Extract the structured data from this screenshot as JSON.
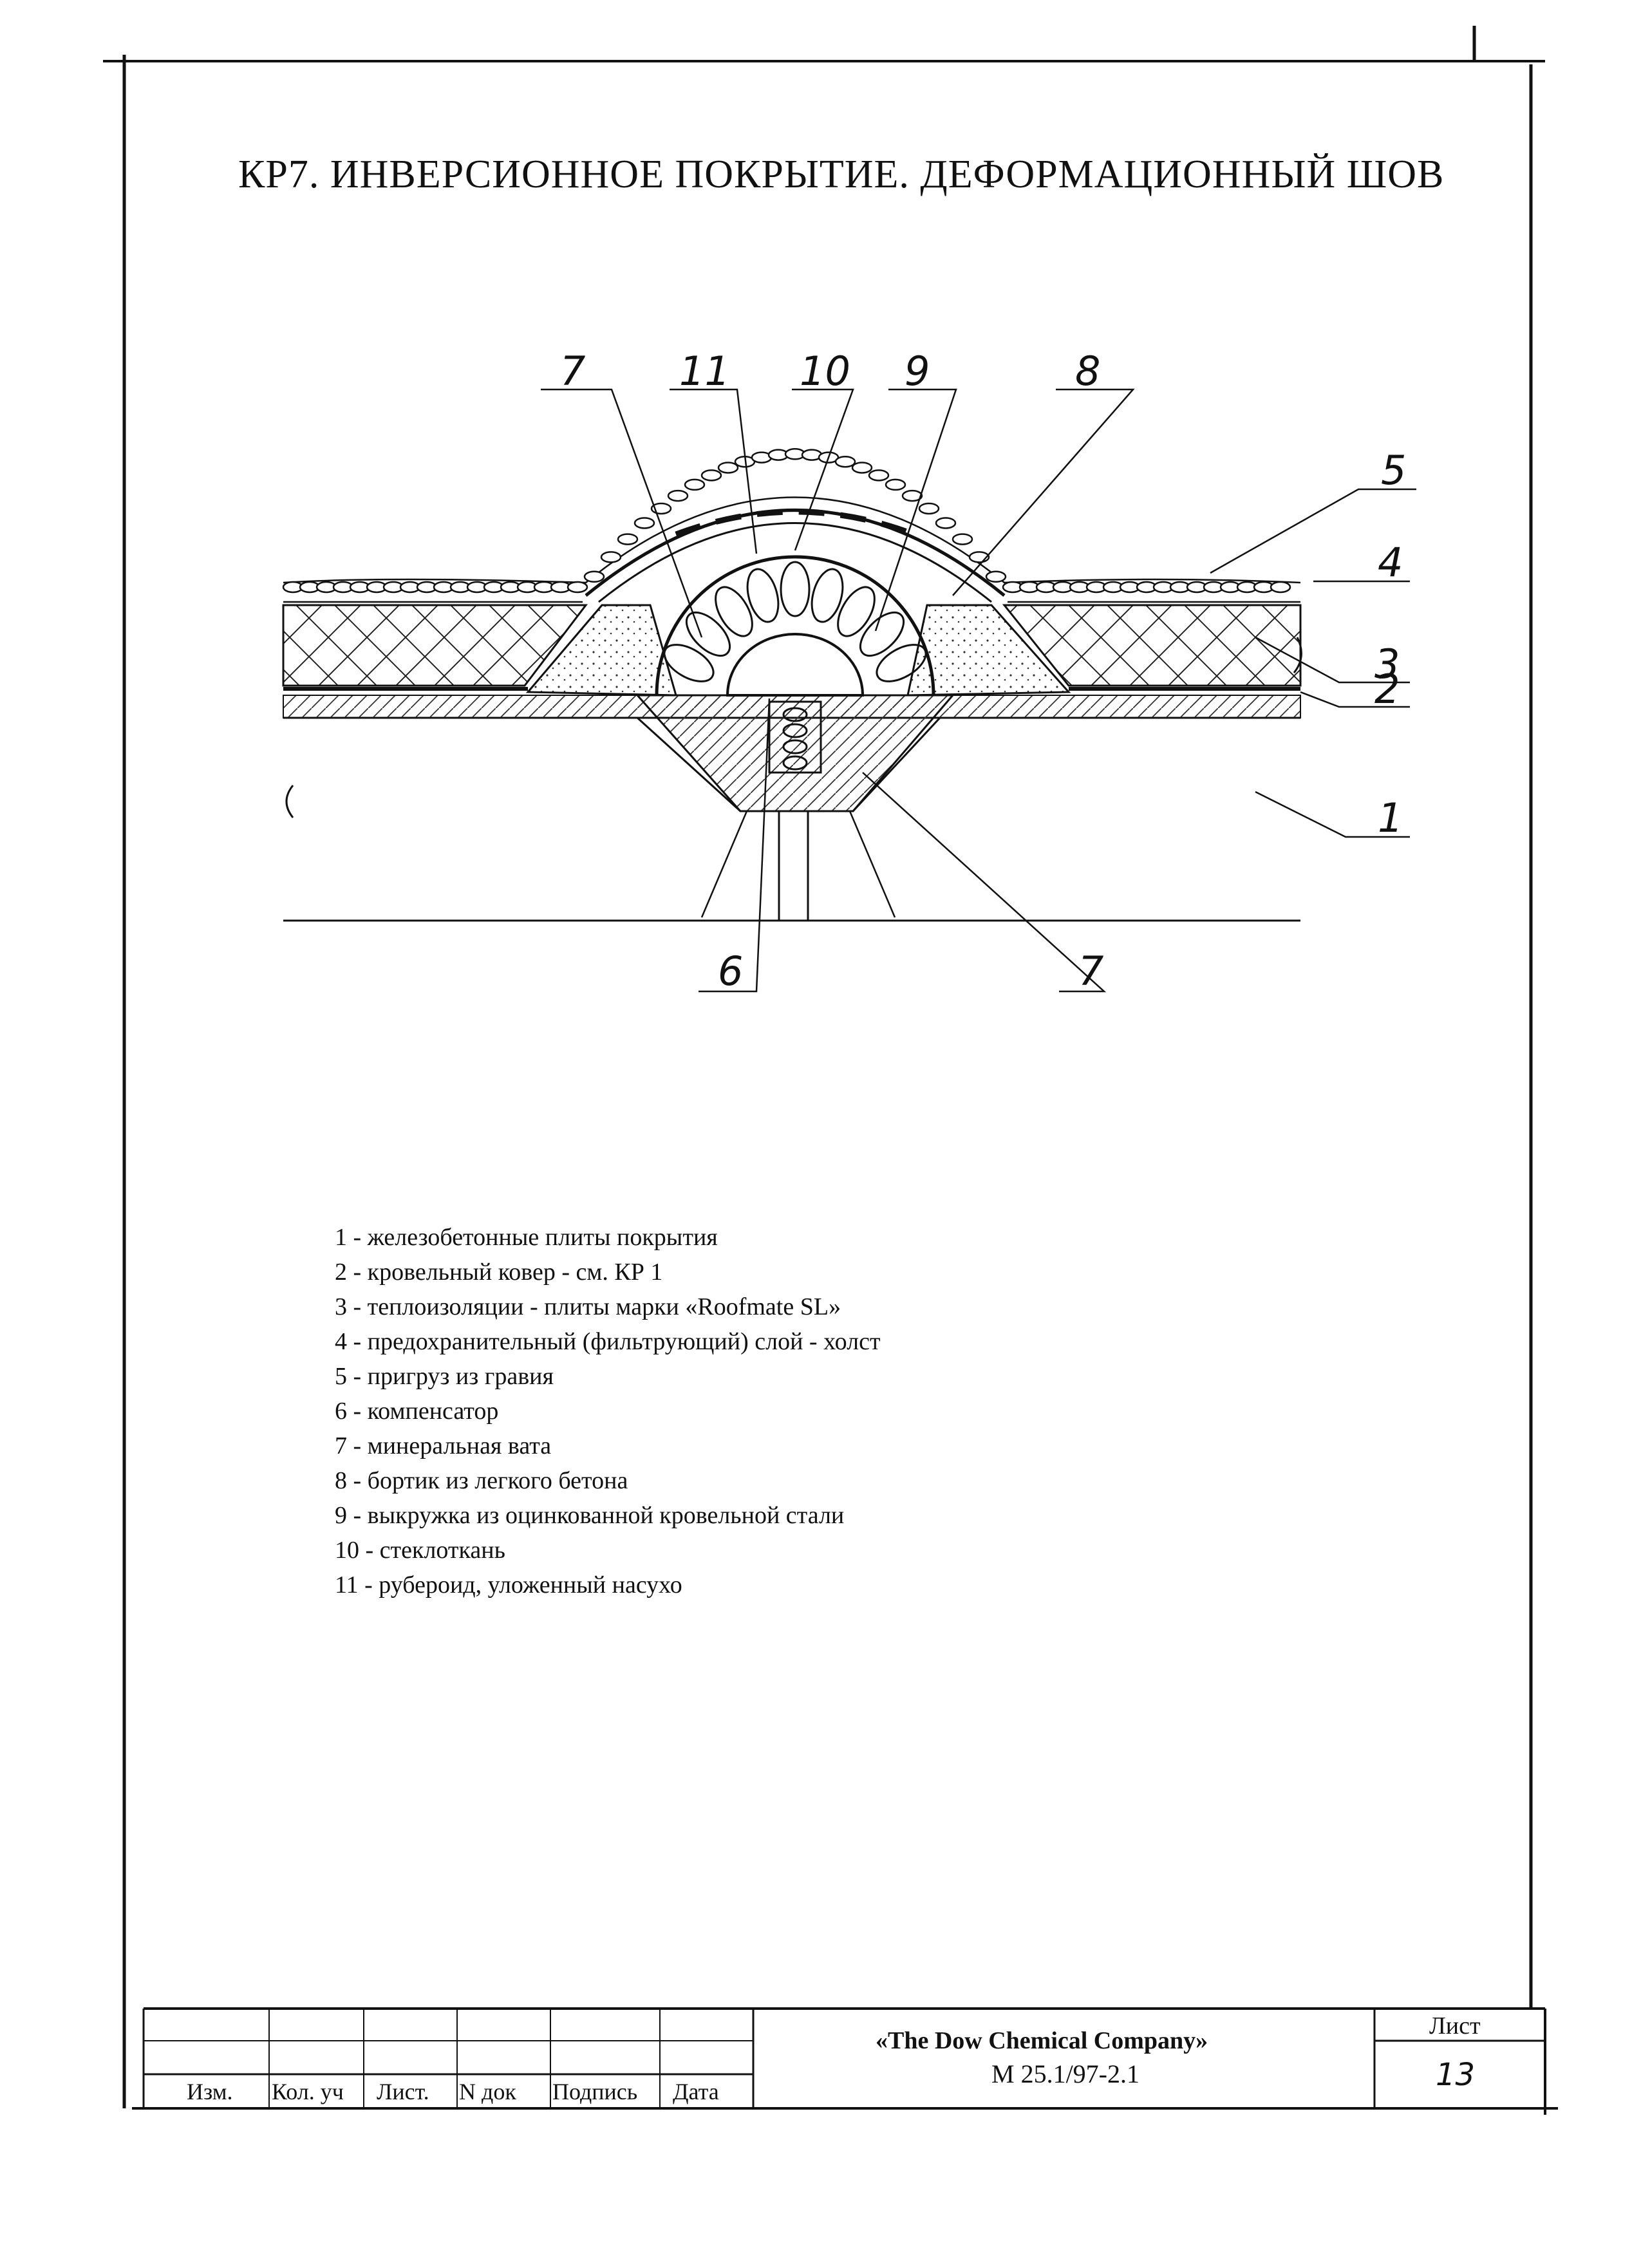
{
  "title": "КР7. ИНВЕРСИОННОЕ ПОКРЫТИЕ. ДЕФОРМАЦИОННЫЙ ШОВ",
  "callouts": {
    "top": [
      "7",
      "11",
      "10",
      "9",
      "8"
    ],
    "right": [
      "5",
      "4",
      "3",
      "2",
      "1"
    ],
    "bottom": [
      "6",
      "7"
    ]
  },
  "legend": [
    "1 - железобетонные плиты покрытия",
    "2 - кровельный ковер - см. КР 1",
    "3 - теплоизоляции - плиты марки «Roofmate SL»",
    "4 - предохранительный (фильтрующий) слой - холст",
    "5 - пригруз из гравия",
    "6 - компенсатор",
    "7 - минеральная вата",
    "8 - бортик из легкого бетона",
    "9 - выкружка из оцинкованной кровельной стали",
    "10 - стеклоткань",
    "11 - рубероид, уложенный насухо"
  ],
  "stamp": {
    "headers": [
      "Изм.",
      "Кол. уч",
      "Лист.",
      "N док",
      "Подпись",
      "Дата"
    ],
    "company": "«The Dow Chemical Company»",
    "code": "М 25.1/97-2.1",
    "sheet_label": "Лист",
    "sheet_number": "13"
  }
}
